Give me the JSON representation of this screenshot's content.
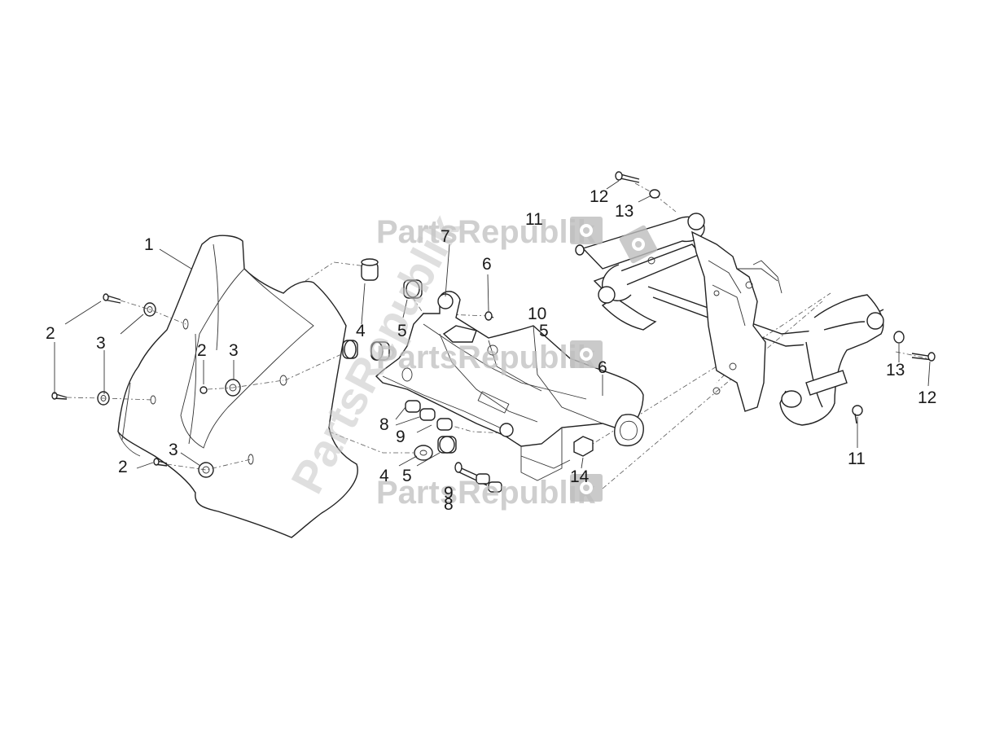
{
  "watermark": {
    "text": "PartsRepublik",
    "icon": "gear-flag-icon"
  },
  "callouts": {
    "c1": "1",
    "c2a": "2",
    "c2b": "2",
    "c2c": "2",
    "c3a": "3",
    "c3b": "3",
    "c3c": "3",
    "c4a": "4",
    "c4b": "4",
    "c5a": "5",
    "c5b": "5",
    "c5c": "5",
    "c6a": "6",
    "c6b": "6",
    "c7": "7",
    "c8a": "8",
    "c8b": "8",
    "c9a": "9",
    "c9b": "9",
    "c10": "10",
    "c11a": "11",
    "c11b": "11",
    "c12a": "12",
    "c12b": "12",
    "c13a": "13",
    "c13b": "13",
    "c14": "14"
  },
  "colors": {
    "line": "#222222",
    "watermark": "#bfbfbf",
    "background": "#ffffff"
  }
}
